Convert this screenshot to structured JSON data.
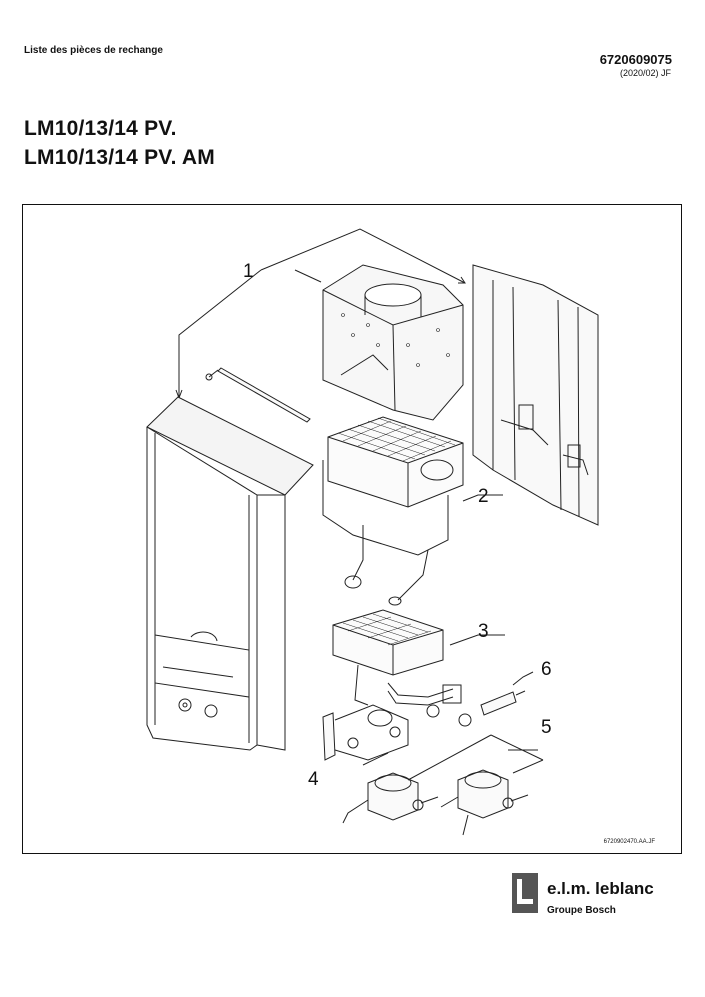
{
  "header": {
    "doc_type": "Liste des pièces de rechange",
    "doc_number": "6720609075",
    "doc_date": "(2020/02) JF"
  },
  "titles": [
    "LM10/13/14 PV.",
    "LM10/13/14 PV. AM"
  ],
  "diagram": {
    "callouts": [
      "1",
      "2",
      "3",
      "4",
      "5",
      "6"
    ],
    "reference": "6720902470.AA.JF"
  },
  "brand": {
    "name": "e.l.m. leblanc",
    "group": "Groupe Bosch"
  }
}
